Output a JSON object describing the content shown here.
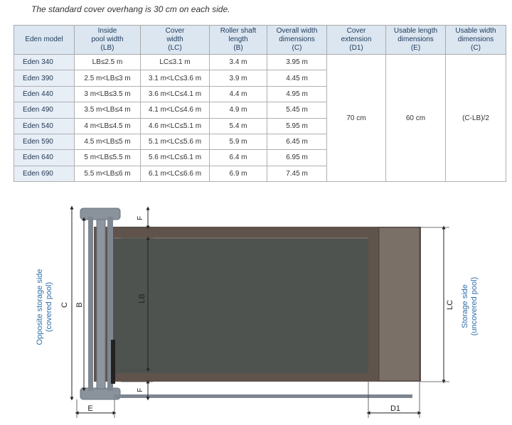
{
  "note": "The standard cover overhang is 30 cm on each side.",
  "table": {
    "headers": [
      [
        "Eden model"
      ],
      [
        "Inside",
        "pool width",
        "(LB)"
      ],
      [
        "Cover",
        "width",
        "(LC)"
      ],
      [
        "Roller shaft",
        "length",
        "(B)"
      ],
      [
        "Overall width",
        "dimensions",
        "(C)"
      ],
      [
        "Cover",
        "extension",
        "(D1)"
      ],
      [
        "Usable length",
        "dimensions",
        "(E)"
      ],
      [
        "Usable width",
        "dimensions",
        "(C)"
      ]
    ],
    "rows": [
      [
        "Eden 340",
        "LB≤2.5 m",
        "LC≤3.1 m",
        "3.4 m",
        "3.95 m"
      ],
      [
        "Eden 390",
        "2.5 m<LB≤3 m",
        "3.1 m<LC≤3.6 m",
        "3.9 m",
        "4.45 m"
      ],
      [
        "Eden 440",
        "3 m<LB≤3.5 m",
        "3.6 m<LC≤4.1 m",
        "4.4 m",
        "4.95 m"
      ],
      [
        "Eden 490",
        "3.5 m<LB≤4 m",
        "4.1 m<LC≤4.6 m",
        "4.9 m",
        "5.45 m"
      ],
      [
        "Eden 540",
        "4 m<LB≤4.5 m",
        "4.6 m<LC≤5.1 m",
        "5.4 m",
        "5.95 m"
      ],
      [
        "Eden 590",
        "4.5 m<LB≤5 m",
        "5.1 m<LC≤5.6 m",
        "5.9 m",
        "6.45 m"
      ],
      [
        "Eden 640",
        "5 m<LB≤5.5 m",
        "5.6 m<LC≤6.1 m",
        "6.4 m",
        "6.95 m"
      ],
      [
        "Eden 690",
        "5.5 m<LB≤6 m",
        "6.1 m<LC≤6.6 m",
        "6.9 m",
        "7.45 m"
      ]
    ],
    "merged": {
      "cover_extension": "70 cm",
      "usable_length": "60 cm",
      "usable_width": "(C-LB)/2"
    }
  },
  "diagram": {
    "left_label_line1": "Opposite storage side",
    "left_label_line2": "(covered pool)",
    "right_label_line1": "Storage side",
    "right_label_line2": "(uncovered pool)",
    "dim_c": "C",
    "dim_b": "B",
    "dim_lb": "LB",
    "dim_lc": "LC",
    "dim_f_top": "F",
    "dim_f_bottom": "F",
    "dim_e": "E",
    "dim_d1": "D1",
    "colors": {
      "label_blue": "#2f6fa8",
      "pool_dark": "#4e534f",
      "pool_frame": "#5f534b",
      "storage_panel": "#7b7068",
      "roller_grey": "#8a929c"
    }
  }
}
